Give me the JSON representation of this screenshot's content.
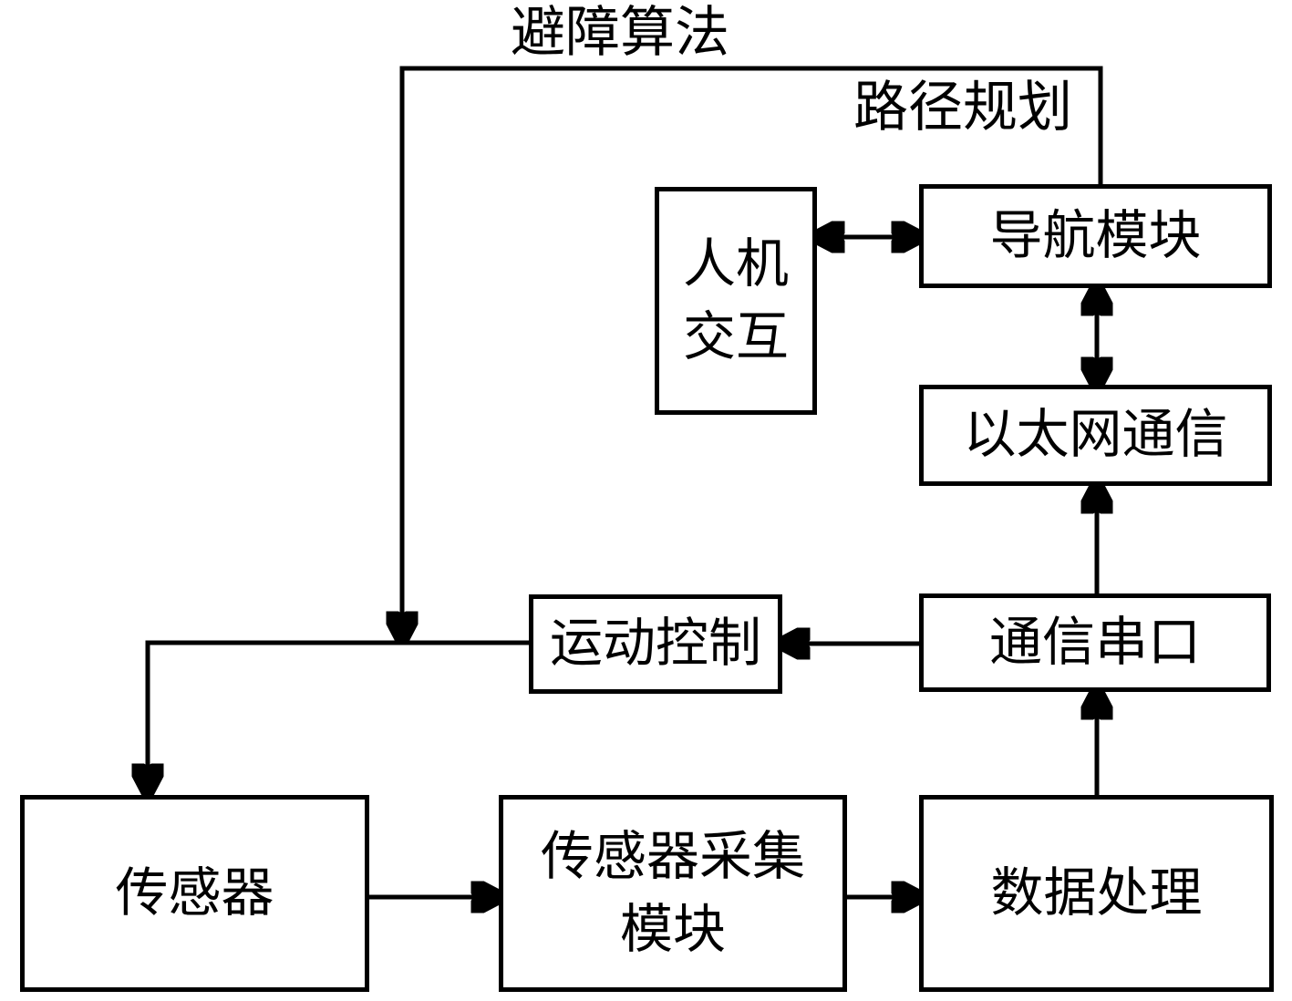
{
  "diagram": {
    "colors": {
      "line": "#000000",
      "background": "#ffffff",
      "text": "#000000"
    },
    "float_labels": {
      "obstacle_avoidance": "避障算法",
      "path_planning": "路径规划"
    },
    "nodes": {
      "hmi": {
        "label": "人机交互",
        "lines": [
          "人机",
          "交互"
        ]
      },
      "navigation": {
        "label": "导航模块"
      },
      "ethernet": {
        "label": "以太网通信"
      },
      "motion_control": {
        "label": "运动控制"
      },
      "serial_port": {
        "label": "通信串口"
      },
      "sensor": {
        "label": "传感器"
      },
      "sensor_acquisition": {
        "label": "传感器采集模块",
        "lines": [
          "传感器采集",
          "模块"
        ]
      },
      "data_processing": {
        "label": "数据处理"
      }
    },
    "edges": [
      {
        "from": "navigation",
        "to": "motion_control_line",
        "arrows": "one-way",
        "via_labels": [
          "避障算法",
          "路径规划"
        ]
      },
      {
        "from": "hmi",
        "to": "navigation",
        "arrows": "two-way"
      },
      {
        "from": "navigation",
        "to": "ethernet",
        "arrows": "two-way"
      },
      {
        "from": "serial_port",
        "to": "ethernet",
        "arrows": "one-way"
      },
      {
        "from": "serial_port",
        "to": "motion_control",
        "arrows": "one-way"
      },
      {
        "from": "motion_control",
        "to": "sensor",
        "arrows": "one-way"
      },
      {
        "from": "sensor",
        "to": "sensor_acquisition",
        "arrows": "one-way"
      },
      {
        "from": "sensor_acquisition",
        "to": "data_processing",
        "arrows": "one-way"
      },
      {
        "from": "data_processing",
        "to": "serial_port",
        "arrows": "one-way"
      }
    ]
  }
}
